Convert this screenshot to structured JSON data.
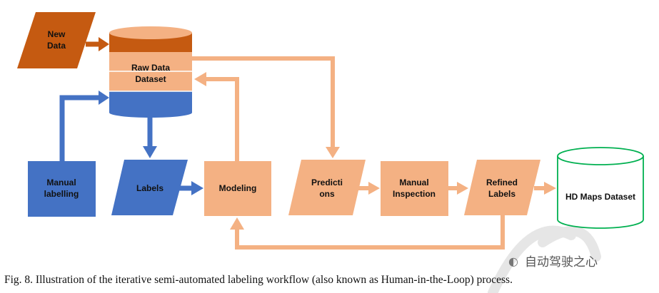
{
  "colors": {
    "orange_dark": "#c55a11",
    "orange_light": "#f4b183",
    "blue": "#4472c4",
    "green": "#00b050"
  },
  "nodes": {
    "new_data": [
      "New",
      "Data"
    ],
    "raw_data_dataset": [
      "Raw Data",
      "Dataset"
    ],
    "manual_labelling": [
      "Manual",
      "labelling"
    ],
    "labels": [
      "Labels"
    ],
    "modeling": [
      "Modeling"
    ],
    "predictions": [
      "Predicti",
      "ons"
    ],
    "manual_inspection": [
      "Manual",
      "Inspection"
    ],
    "refined_labels": [
      "Refined",
      "Labels"
    ],
    "hd_maps_dataset": [
      "HD Maps Dataset"
    ]
  },
  "caption": "Fig. 8.  Illustration of the iterative semi-automated labeling workflow (also known as Human-in-the-Loop) process.",
  "watermark": "自动驾驶之心"
}
